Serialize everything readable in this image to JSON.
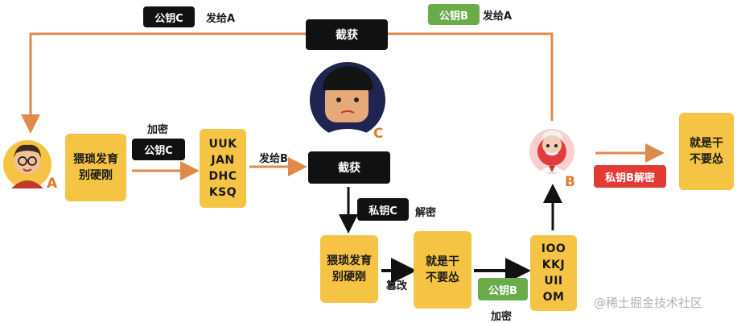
{
  "top": {
    "pub_c_badge": "公钥C",
    "send_to_a": "发给A",
    "pub_b_badge": "公钥B",
    "send_to_a_2": "发给A",
    "intercept_top": "截获"
  },
  "sender": {
    "letter": "A",
    "plaintext": "猥琐发育\n别硬刚",
    "encrypt_label": "加密",
    "pub_c_badge": "公钥C",
    "ciphertext": "UUK\nJAN\nDHC\nKSQ",
    "send_to_b": "发给B"
  },
  "attacker": {
    "letter": "C",
    "intercept_mid": "截获",
    "priv_c_badge": "私钥C",
    "decrypt_label": "解密",
    "decrypted_text": "猥琐发育\n别硬刚",
    "tamper_label": "篡改",
    "tampered_text": "就是干\n不要怂",
    "pub_b_badge": "公钥B",
    "encrypt_label": "加密",
    "re_encrypted": "IOO\nKKJ\nUII\nOM"
  },
  "receiver": {
    "letter": "B",
    "priv_b_badge": "私钥B解密",
    "result_text": "就是干\n不要怂"
  },
  "watermark": "@稀土掘金技术社区",
  "colors": {
    "yellow": "#f6c445",
    "orange_arrow": "#e08a4a",
    "black": "#111111",
    "green": "#6aab4a",
    "red": "#e23b33"
  }
}
